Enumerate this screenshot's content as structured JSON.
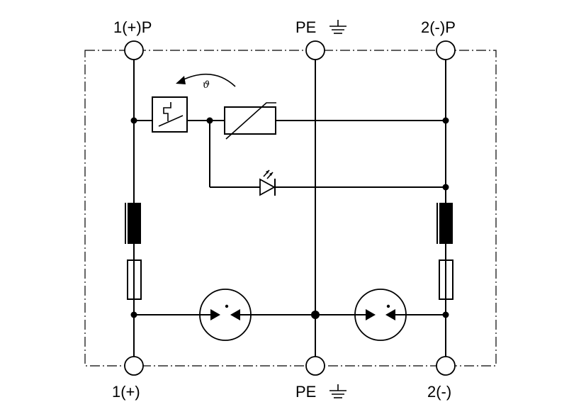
{
  "terminals": {
    "top_left": "1(+)P",
    "top_mid": "PE",
    "top_right": "2(-)P",
    "bottom_left": "1(+)",
    "bottom_mid": "PE",
    "bottom_right": "2(-)"
  },
  "thermal_symbol": "ϑ",
  "icons": {
    "ground": "earth-ground-icon",
    "thermal_switch": "thermal-disconnector-icon",
    "varistor": "varistor-icon",
    "led": "led-icon",
    "inductor": "inductor-icon",
    "resistor": "resistor-icon",
    "gas_discharge_tube": "gas-discharge-tube-icon"
  }
}
